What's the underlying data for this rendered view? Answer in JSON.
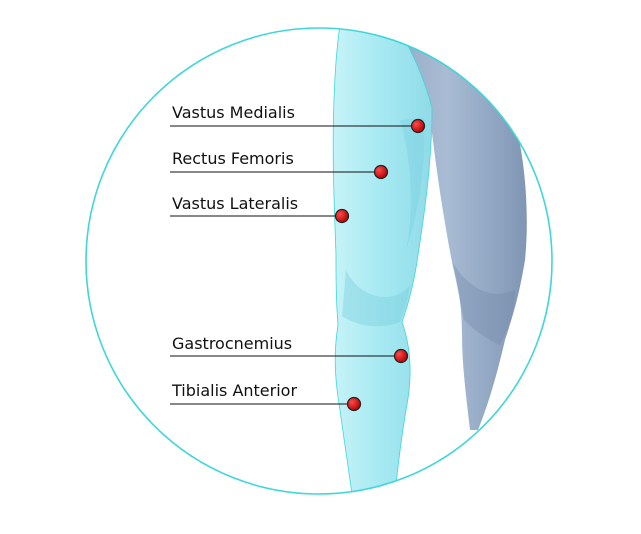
{
  "diagram": {
    "colors": {
      "circle_outline": "#3fd6d8",
      "highlight_leg": "#aeeef4",
      "other_leg": "#9db2cc",
      "marker": "#d40000",
      "text": "#111111"
    },
    "labels": [
      {
        "id": "vastus-medialis",
        "text": "Vastus Medialis"
      },
      {
        "id": "rectus-femoris",
        "text": "Rectus Femoris"
      },
      {
        "id": "vastus-lateralis",
        "text": "Vastus Lateralis"
      },
      {
        "id": "gastrocnemius",
        "text": "Gastrocnemius"
      },
      {
        "id": "tibialis-anterior",
        "text": "Tibialis Anterior"
      }
    ]
  }
}
